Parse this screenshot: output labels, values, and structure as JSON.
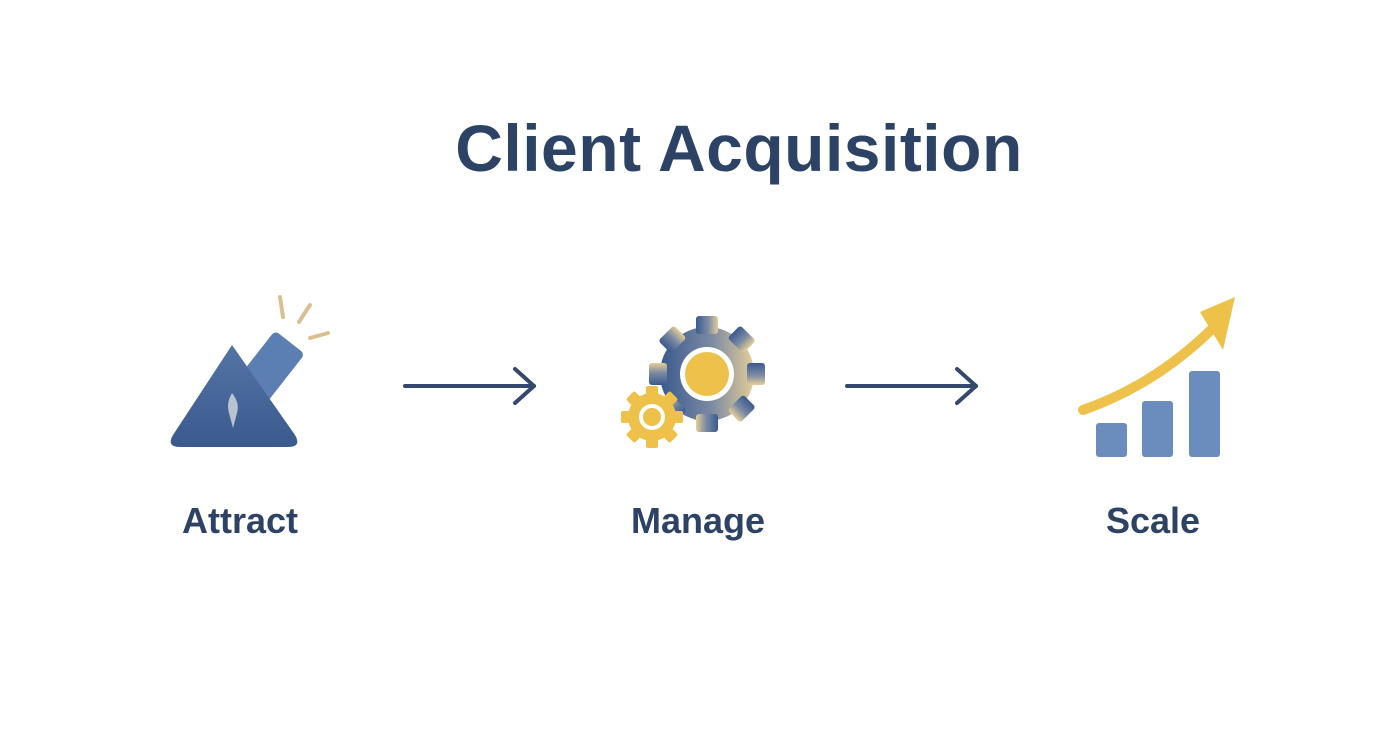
{
  "title": "Client Acquisition",
  "steps": [
    {
      "label": "Attract",
      "icon": "megaphone-icon"
    },
    {
      "label": "Manage",
      "icon": "gears-icon"
    },
    {
      "label": "Scale",
      "icon": "growth-chart-icon"
    }
  ],
  "colors": {
    "navy": "#2d4365",
    "blue": "#4a6898",
    "light_blue": "#6a8dbd",
    "gold": "#eec24a",
    "tan": "#d8c092"
  }
}
